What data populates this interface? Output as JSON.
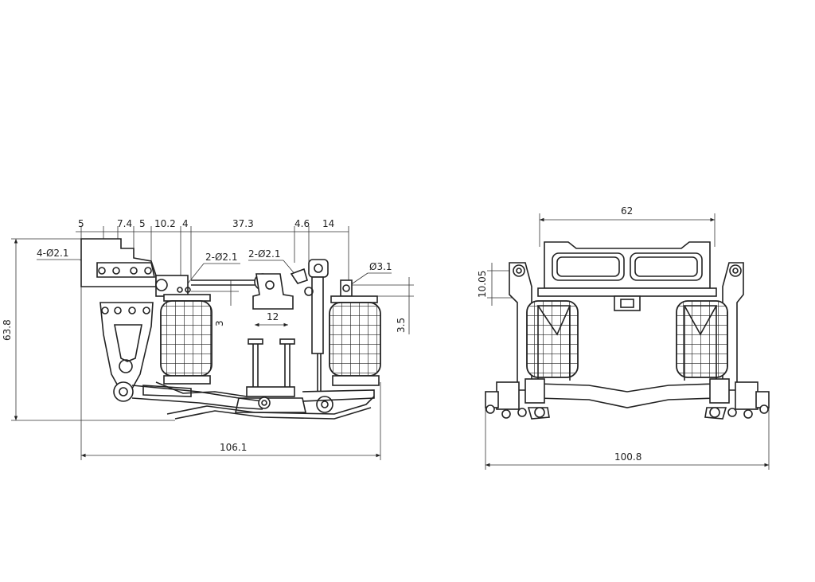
{
  "side_view": {
    "dims": {
      "d5a": "5",
      "d74": "7.4",
      "d5b": "5",
      "d102": "10.2",
      "d4": "4",
      "d373": "37.3",
      "d46": "4.6",
      "d14": "14",
      "hole4": "4-Ø2.1",
      "hole2a": "2-Ø2.1",
      "hole2b": "2-Ø2.1",
      "hole31": "Ø3.1",
      "h638": "63.8",
      "h3": "3",
      "h35": "3.5",
      "w12": "12",
      "w1061": "106.1"
    }
  },
  "front_view": {
    "dims": {
      "w62": "62",
      "h1005": "10.05",
      "w1008": "100.8"
    }
  }
}
